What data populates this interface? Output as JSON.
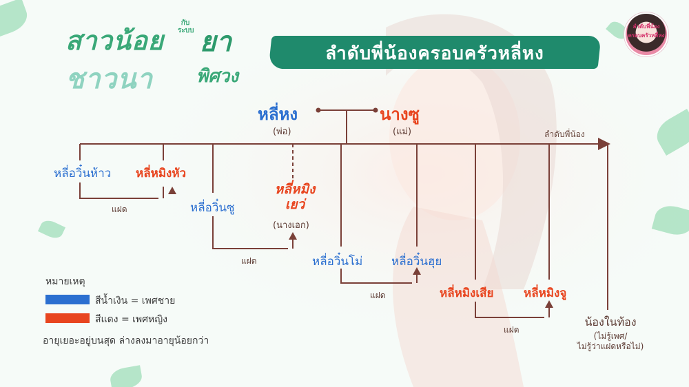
{
  "logo": {
    "line1": "สาวน้อย",
    "small": "กับระบบ",
    "ya": "ยา",
    "line2": "ชาวนา",
    "pisadarn": "พิศวง"
  },
  "banner_title": "ลำดับพี่น้องครอบครัวหลี่หง",
  "avatar_caption": "ลำดับพี่น้องครอบครัวหลี่หง",
  "parents": {
    "father_name": "หลี่หง",
    "father_role": "(พ่อ)",
    "mother_name": "นางซู",
    "mother_role": "(แม่)"
  },
  "axis_label": "ลำดับพี่น้อง",
  "children": [
    {
      "name": "หลี่อวิ๋นห้าว",
      "gender": "male"
    },
    {
      "name": "หลี่หมิงหัว",
      "gender": "female"
    },
    {
      "name": "หลี่อวิ๋นซู",
      "gender": "male"
    },
    {
      "name_line1": "หลี่หมิง",
      "name_line2": "เยว่",
      "role": "(นางเอก)",
      "gender": "female"
    },
    {
      "name": "หลี่อวิ๋นโม่",
      "gender": "male"
    },
    {
      "name": "หลี่อวิ๋นฮุย",
      "gender": "male"
    },
    {
      "name": "หลี่หมิงเสีย",
      "gender": "female"
    },
    {
      "name": "หลี่หมิงจู",
      "gender": "female"
    }
  ],
  "twin_label": "แฝด",
  "unborn": {
    "name": "น้องในท้อง",
    "note_line1": "(ไม่รู้เพศ/",
    "note_line2": "ไม่รู้ว่าแฝดหรือไม่)"
  },
  "legend": {
    "title": "หมายเหตุ",
    "blue_text": "สีน้ำเงิน = เพศชาย",
    "red_text": "สีแดง = เพศหญิง",
    "note": "อายุเยอะอยู่บนสุด ล่างลงมาอายุน้อยกว่า"
  },
  "colors": {
    "male": "#2b6fd0",
    "female": "#e8451f",
    "line": "#7a4038",
    "banner": "#1f8a6c"
  }
}
